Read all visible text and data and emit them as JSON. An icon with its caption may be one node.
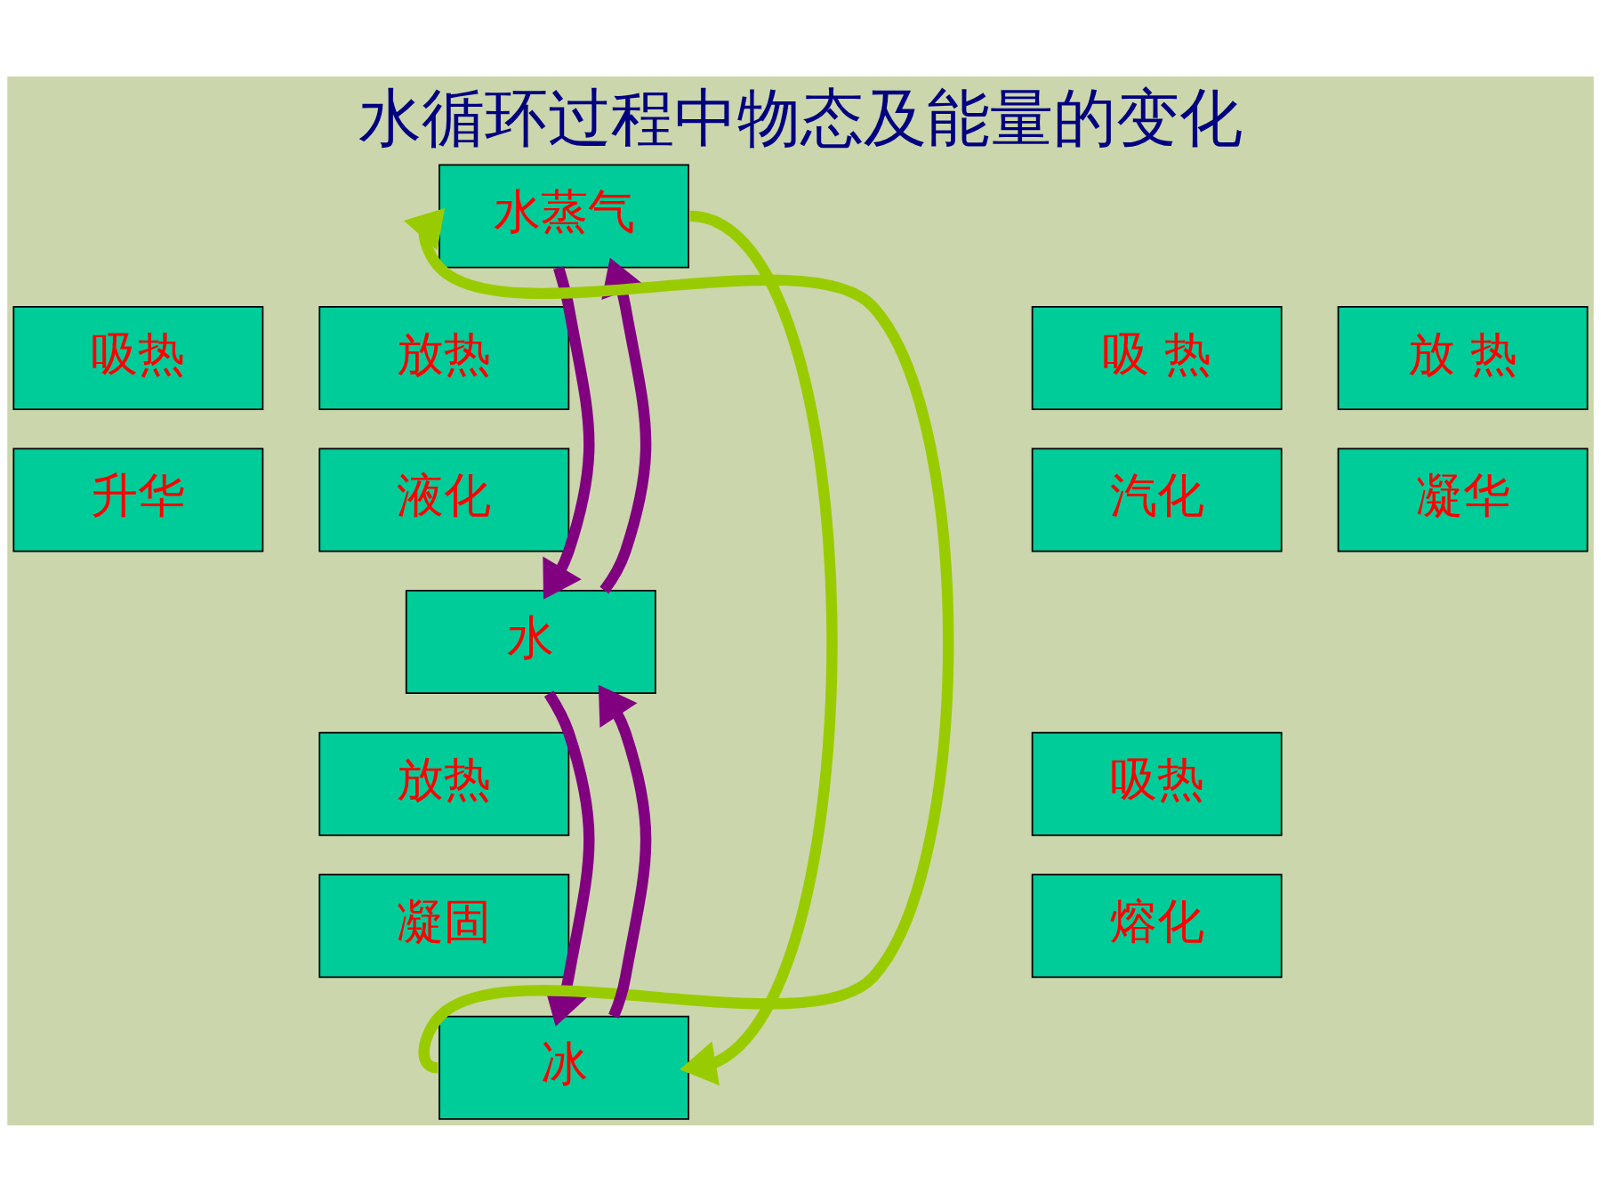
{
  "diagram": {
    "title": "水循环过程中物态及能量的变化",
    "nodes": [
      {
        "text": [
          "水蒸气"
        ]
      },
      {
        "text": [
          "水"
        ]
      },
      {
        "text": [
          "冰"
        ]
      },
      {
        "text": [
          "放热"
        ]
      },
      {
        "text": [
          "液化"
        ]
      },
      {
        "text": [
          "吸 热"
        ]
      },
      {
        "text": [
          "汽化"
        ]
      },
      {
        "text": [
          "放热"
        ]
      },
      {
        "text": [
          "凝固"
        ]
      },
      {
        "text": [
          "吸热"
        ]
      },
      {
        "text": [
          "熔化"
        ]
      },
      {
        "text": [
          "吸热"
        ]
      },
      {
        "text": [
          "升华"
        ]
      },
      {
        "text": [
          "放 热"
        ]
      },
      {
        "text": [
          "凝华"
        ]
      }
    ],
    "edges": [
      {
        "from": 0,
        "to": 1,
        "arrow": "to"
      },
      {
        "from": 1,
        "to": 0,
        "arrow": "to"
      },
      {
        "from": 1,
        "to": 2,
        "arrow": "to"
      },
      {
        "from": 2,
        "to": 1,
        "arrow": "to"
      },
      {
        "from": 2,
        "to": 0,
        "arrow": "to",
        "color": "#99cc00"
      },
      {
        "from": 0,
        "to": 2,
        "arrow": "to",
        "color": "#99cc00"
      }
    ]
  }
}
